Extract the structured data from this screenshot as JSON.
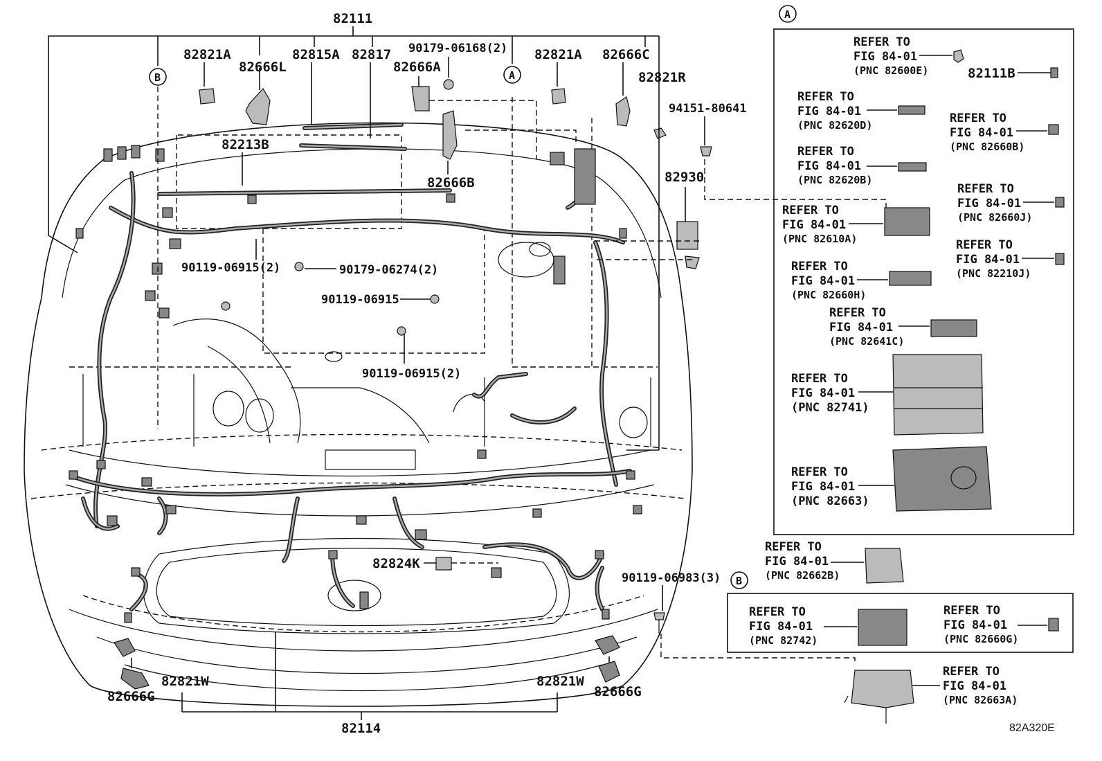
{
  "labels": {
    "p82111": "82111",
    "p82821A_l": "82821A",
    "p82666L": "82666L",
    "p82815A": "82815A",
    "p82817": "82817",
    "p90179_06168": "90179-06168(2)",
    "p82666A": "82666A",
    "p82821A_r": "82821A",
    "p82666C": "82666C",
    "p82821R": "82821R",
    "p94151": "94151-80641",
    "p82213B": "82213B",
    "p82666B": "82666B",
    "p82930": "82930",
    "p90119_06915_2a": "90119-06915(2)",
    "p90179_06274": "90179-06274(2)",
    "p90119_06915": "90119-06915",
    "p90119_06915_2b": "90119-06915(2)",
    "p82824K": "82824K",
    "p90119_06983": "90119-06983(3)",
    "p82821W_l": "82821W",
    "p82666G_l": "82666G",
    "p82821W_r": "82821W",
    "p82666G_r": "82666G",
    "p82114": "82114",
    "p82111B": "82111B",
    "marker_A": "A",
    "marker_B": "B",
    "drawing_code": "82A320E"
  },
  "refer": {
    "line1": "REFER TO",
    "line2": "FIG 84-01",
    "pnc_82600E": "(PNC 82600E)",
    "pnc_82620D": "(PNC 82620D)",
    "pnc_82660B": "(PNC 82660B)",
    "pnc_82620B": "(PNC 82620B)",
    "pnc_82660J": "(PNC 82660J)",
    "pnc_82610A": "(PNC 82610A)",
    "pnc_82210J": "(PNC 82210J)",
    "pnc_82660H": "(PNC 82660H)",
    "pnc_82641C": "(PNC 82641C)",
    "pnc_82741": "(PNC 82741)",
    "pnc_82663": "(PNC 82663)",
    "pnc_82662B": "(PNC 82662B)",
    "pnc_82742": "(PNC 82742)",
    "pnc_82660G": "(PNC 82660G)",
    "pnc_82663A": "(PNC 82663A)"
  }
}
